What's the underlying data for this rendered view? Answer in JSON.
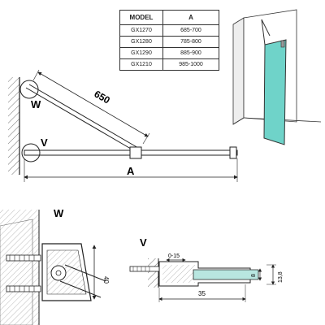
{
  "table": {
    "headers": [
      "MODEL",
      "A"
    ],
    "rows": [
      [
        "GX1270",
        "685-700"
      ],
      [
        "GX1280",
        "785-800"
      ],
      [
        "GX1290",
        "885-900"
      ],
      [
        "GX1210",
        "985-1000"
      ]
    ]
  },
  "labels": {
    "w_marker": "W",
    "v_marker": "V",
    "dim_650": "650",
    "dim_a": "A",
    "detail_w_title": "W",
    "detail_v_title": "V",
    "dim_40": "40",
    "dim_0_15": "0-15",
    "dim_35": "35",
    "dim_8": "8",
    "dim_13_8": "13,8"
  }
}
